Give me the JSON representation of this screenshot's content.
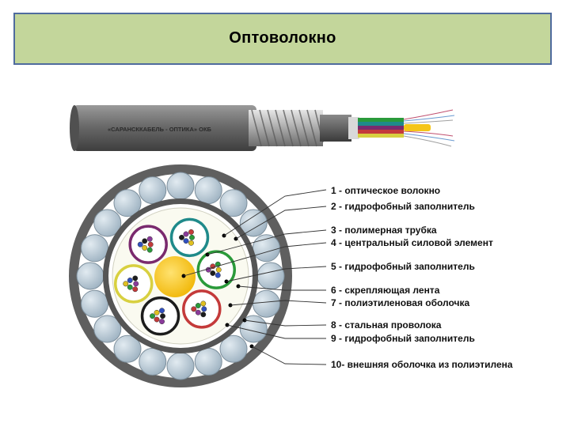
{
  "title": "Оптоволокно",
  "cable_print": "«САРАНСККАБЕЛЬ - ОПТИКА» ОКБ",
  "legend": [
    "1 - оптическое волокно",
    "2 - гидрофобный заполнитель",
    "3 - полимерная трубка",
    "4 - центральный силовой элемент",
    "5 - гидрофобный заполнитель",
    "6 - скрепляющая лента",
    "7 - полиэтиленовая оболочка",
    "8 - стальная проволока",
    "9 - гидрофобный заполнитель",
    "10- внешняя оболочка из полиэтилена"
  ],
  "colors": {
    "title_fill": "#c3d69b",
    "title_border": "#4f6b9e",
    "outer_sheath": "#5f5f5f",
    "steel_wire": "#b9cad6",
    "central_element": "#f5c518"
  },
  "tube_colors": [
    "#7a2a6e",
    "#1f8a8a",
    "#2a9a3a",
    "#c43a3a",
    "#1c1c1c",
    "#d8d040"
  ]
}
